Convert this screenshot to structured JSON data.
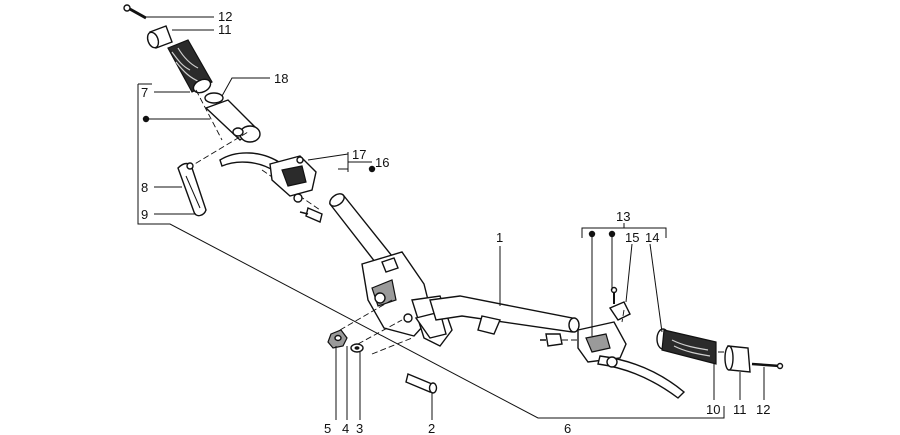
{
  "diagram": {
    "callouts": [
      {
        "id": "c12a",
        "label": "12"
      },
      {
        "id": "c11a",
        "label": "11"
      },
      {
        "id": "c18",
        "label": "18"
      },
      {
        "id": "c7",
        "label": "7"
      },
      {
        "id": "c17",
        "label": "17"
      },
      {
        "id": "c16",
        "label": "16"
      },
      {
        "id": "c8",
        "label": "8"
      },
      {
        "id": "c9",
        "label": "9"
      },
      {
        "id": "c1",
        "label": "1"
      },
      {
        "id": "c13",
        "label": "13"
      },
      {
        "id": "c15",
        "label": "15"
      },
      {
        "id": "c14",
        "label": "14"
      },
      {
        "id": "c5",
        "label": "5"
      },
      {
        "id": "c4",
        "label": "4"
      },
      {
        "id": "c3",
        "label": "3"
      },
      {
        "id": "c2",
        "label": "2"
      },
      {
        "id": "c6",
        "label": "6"
      },
      {
        "id": "c10",
        "label": "10"
      },
      {
        "id": "c11b",
        "label": "11"
      },
      {
        "id": "c12b",
        "label": "12"
      }
    ]
  }
}
